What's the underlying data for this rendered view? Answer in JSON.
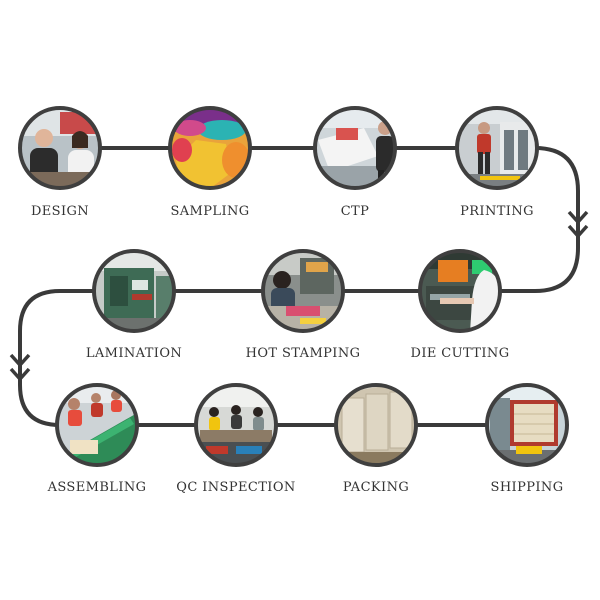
{
  "steps": [
    {
      "id": "design",
      "label": "DESIGN",
      "photo": "design-team-at-desk-photo"
    },
    {
      "id": "sampling",
      "label": "SAMPLING",
      "photo": "colorful-box-samples-photo"
    },
    {
      "id": "ctp",
      "label": "CTP",
      "photo": "ctp-plate-machine-photo"
    },
    {
      "id": "printing",
      "label": "PRINTING",
      "photo": "printing-press-photo"
    },
    {
      "id": "die-cutting",
      "label": "DIE CUTTING",
      "photo": "die-cutting-machine-photo"
    },
    {
      "id": "hot-stamping",
      "label": "HOT STAMPING",
      "photo": "hot-stamping-worker-photo"
    },
    {
      "id": "lamination",
      "label": "LAMINATION",
      "photo": "lamination-machine-photo"
    },
    {
      "id": "assembling",
      "label": "ASSEMBLING",
      "photo": "assembly-line-workers-photo"
    },
    {
      "id": "qc-inspection",
      "label": "QC INSPECTION",
      "photo": "qc-inspection-workers-photo"
    },
    {
      "id": "packing",
      "label": "PACKING",
      "photo": "packed-cartons-photo"
    },
    {
      "id": "shipping",
      "label": "SHIPPING",
      "photo": "shipping-container-photo"
    }
  ],
  "colors": {
    "line": "#3a3a3a",
    "ring": "#3f3f3f",
    "text": "#333333"
  }
}
